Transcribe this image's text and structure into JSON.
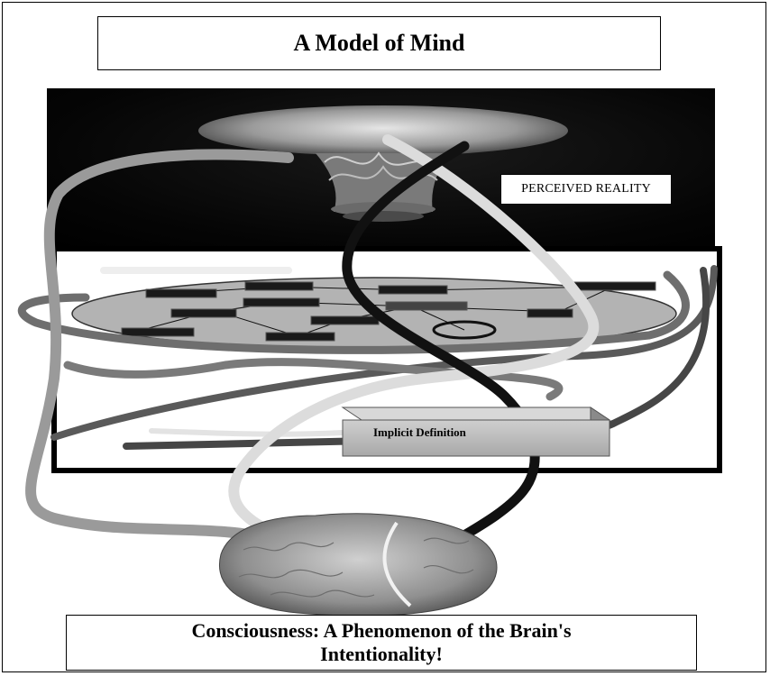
{
  "title": "A Model of Mind",
  "perceived_label": "PERCEIVED REALITY",
  "implicit_label": "Implicit Definition",
  "caption_line1": "Consciousness:  A Phenomenon of the Brain's",
  "caption_line2": "Intentionality!",
  "icons": [
    "perceived-reality-disc-image",
    "mind-network-disc",
    "brain-image"
  ],
  "colors": {
    "background": "#ffffff",
    "panel": "#000000",
    "disc": "#b3b3b3"
  }
}
